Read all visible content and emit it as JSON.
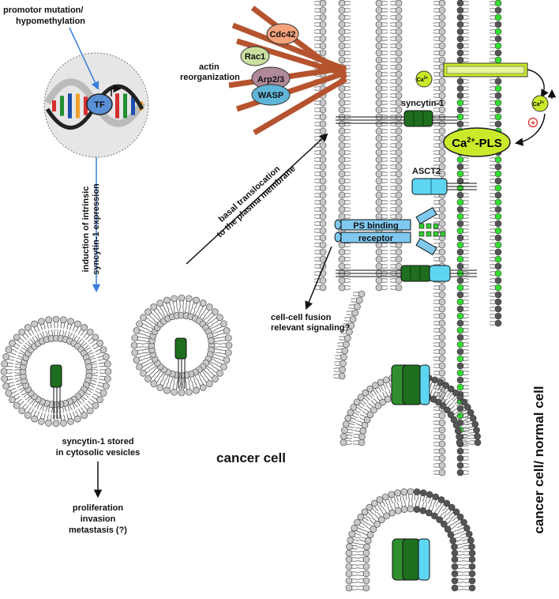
{
  "labels": {
    "promoter": [
      "promotor mutation/",
      "hypomethylation"
    ],
    "tf": "TF",
    "actin": [
      "actin",
      "reorganization"
    ],
    "cdc42": "Cdc42",
    "rac1": "Rac1",
    "arp": "Arp2/3",
    "wasp": "WASP",
    "syncytin": "syncytin-1",
    "ca_small": "Ca",
    "ca_sup": "2+",
    "ca_pls": "Ca",
    "ca_pls_sup": "2+",
    "ca_pls_tail": "-PLS",
    "asct2": "ASCT2",
    "ps_binding": "PS binding",
    "receptor": "receptor",
    "induction": [
      "induction of intrinsic",
      "syncytin-1 expression"
    ],
    "basal": [
      "basal translocation",
      "to the plasma membrane"
    ],
    "fusion": [
      "cell-cell fusion",
      "relevant signaling?"
    ],
    "stored": [
      "syncytin-1 stored",
      "in cytosolic vesicles"
    ],
    "proliferation": [
      "proliferation",
      "invasion",
      "metastasis (?)"
    ],
    "cancer_cell": "cancer cell",
    "cancer_normal": "cancer cell/ normal cell",
    "plus": "+"
  },
  "colors": {
    "actin": "#b5532e",
    "cdc42": "#f4a37a",
    "rac1": "#c8dfa0",
    "arp": "#b08a9a",
    "wasp": "#5fb6d9",
    "tf": "#5b8fd6",
    "syncytin": "#1f6e1f",
    "syncytin_light": "#2f8f2f",
    "asct2": "#5ed6f2",
    "ps": "#7fc9f0",
    "ps_green": "#33cc33",
    "ca": "#c9ea2a",
    "lipid_light": "#c9c9c9",
    "lipid_dark": "#555555",
    "lipid_green": "#33dd33",
    "arrow_blue": "#3a7fd9",
    "plus_red": "#e02020"
  }
}
